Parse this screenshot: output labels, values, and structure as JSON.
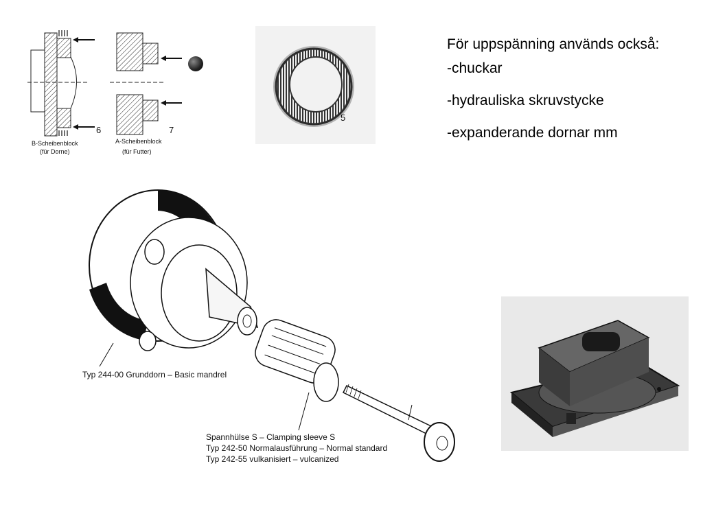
{
  "text": {
    "title": "För uppspänning används också:",
    "items": [
      "-chuckar",
      "-hydrauliska skruvstycke",
      "-expanderande dornar mm"
    ]
  },
  "fig_left": {
    "label_b_line1": "B-Scheibenblock",
    "label_b_line2": "(für Dorne)",
    "number_6": "6",
    "label_a_line1": "A-Scheibenblock",
    "label_a_line2": "(für Futter)",
    "number_7": "7"
  },
  "fig_ring": {
    "number_5": "5"
  },
  "fig_mandrel": {
    "caption_basic": "Typ 244-00 Grunddorn – Basic mandrel",
    "caption_sleeve_1": "Spannhülse S – Clamping sleeve S",
    "caption_sleeve_2": "Typ 242-50 Normalausführung – Normal standard",
    "caption_sleeve_3": "Typ 242-55 vulkanisiert – vulcanized"
  }
}
